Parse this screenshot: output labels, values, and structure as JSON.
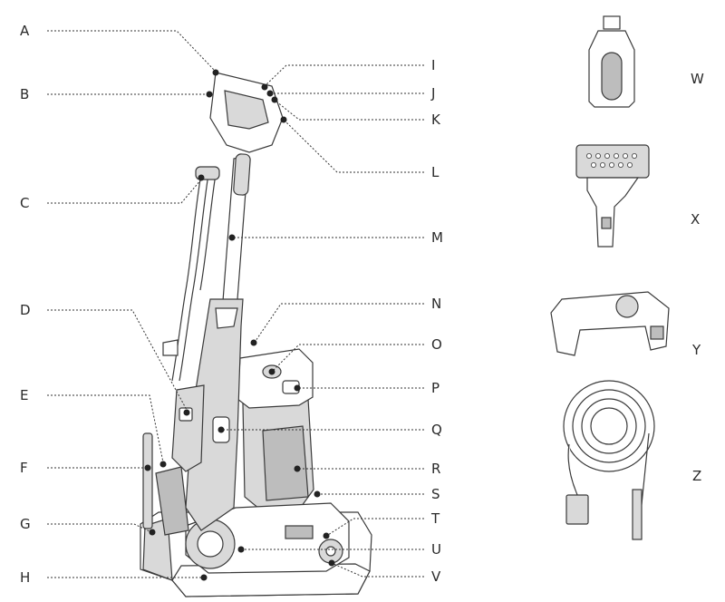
{
  "labels": {
    "A": "A",
    "B": "B",
    "C": "C",
    "D": "D",
    "E": "E",
    "F": "F",
    "G": "G",
    "H": "H",
    "I": "I",
    "J": "J",
    "K": "K",
    "L": "L",
    "M": "M",
    "N": "N",
    "O": "O",
    "P": "P",
    "Q": "Q",
    "R": "R",
    "S": "S",
    "T": "T",
    "U": "U",
    "V": "V",
    "W": "W",
    "X": "X",
    "Y": "Y",
    "Z": "Z"
  }
}
